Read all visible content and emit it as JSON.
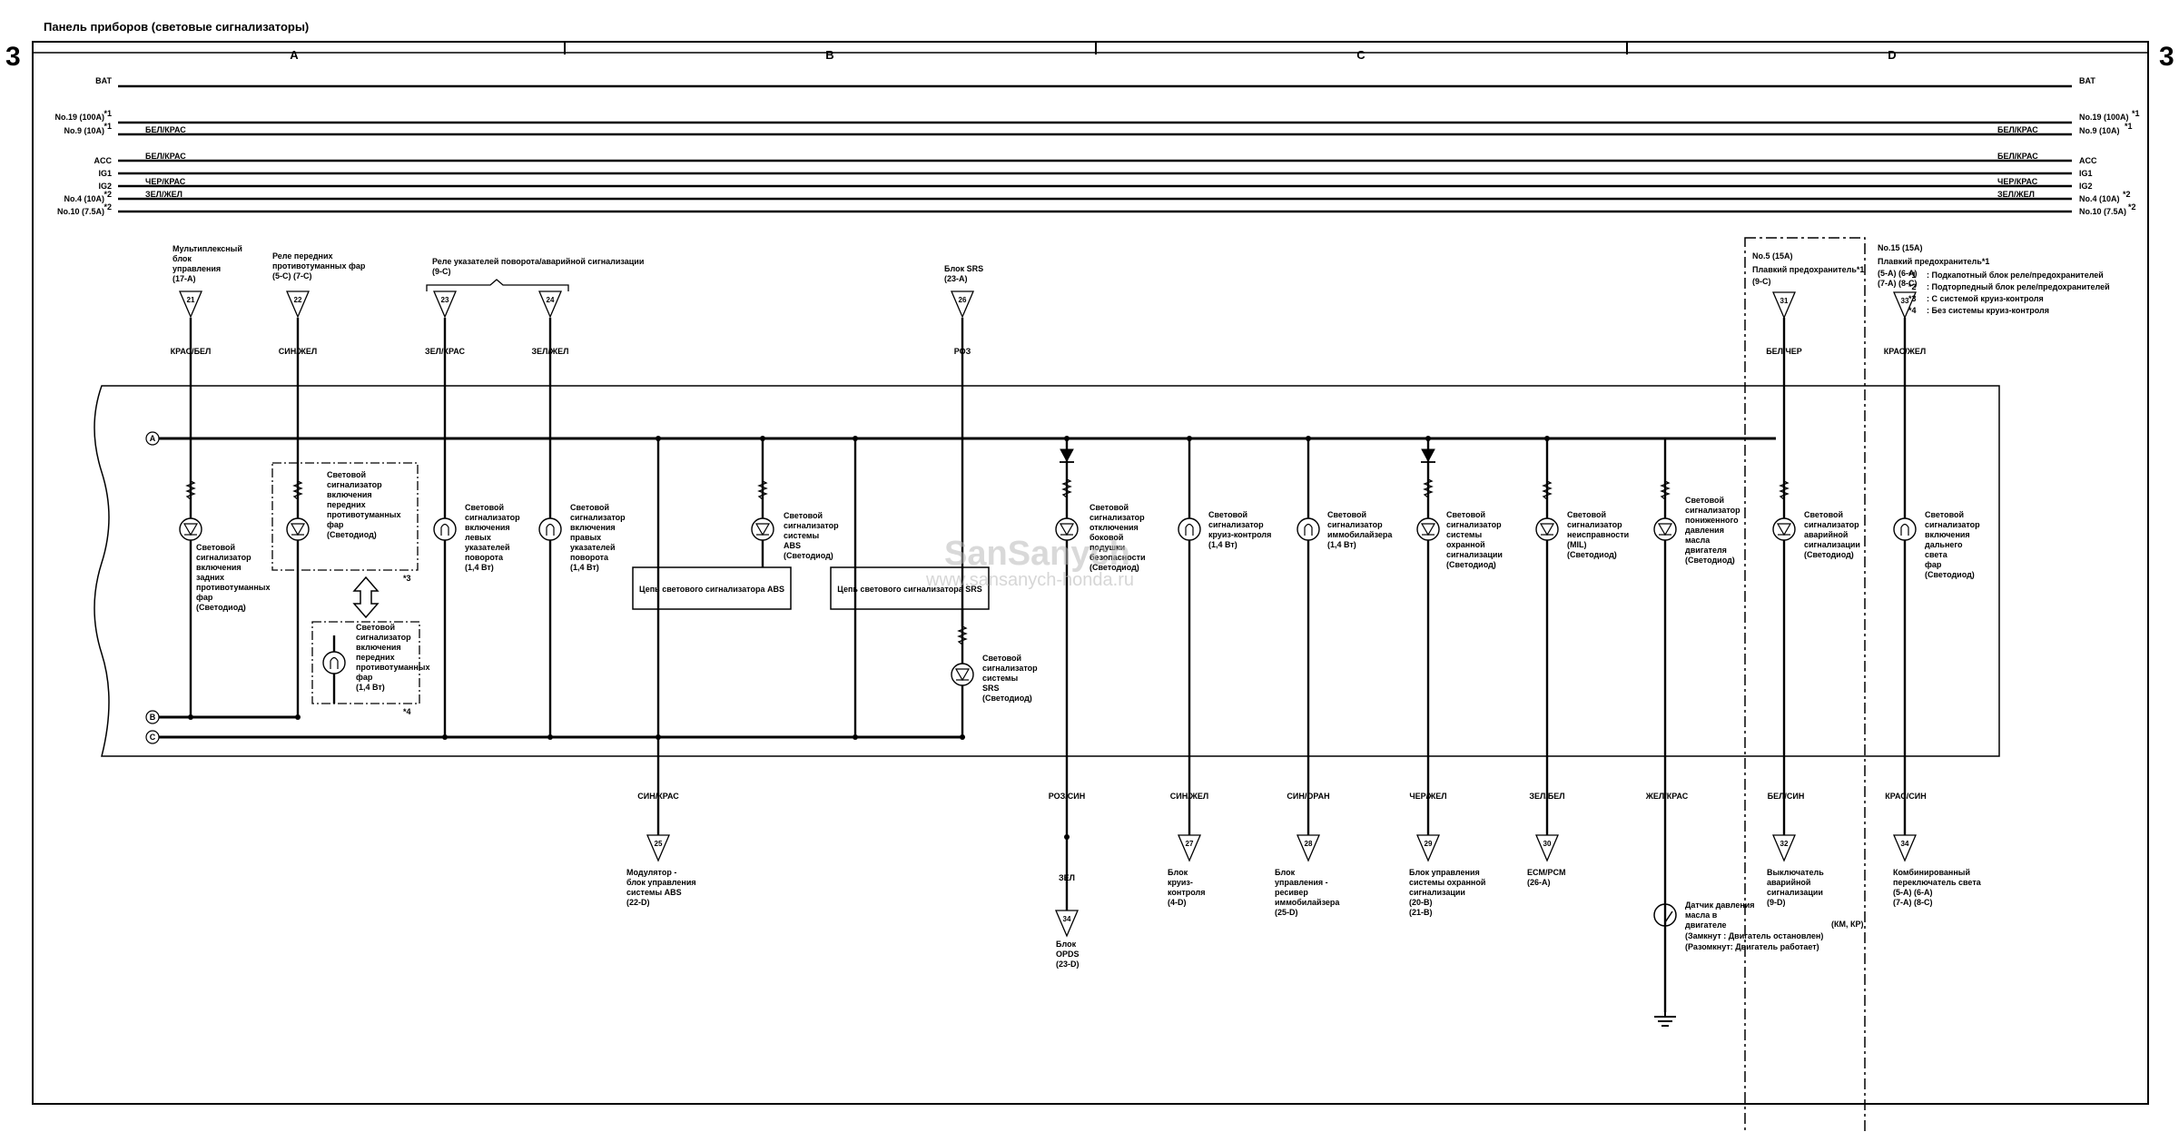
{
  "title": "Панель приборов (световые сигнализаторы)",
  "page_number": "3",
  "zones": [
    "A",
    "B",
    "C",
    "D"
  ],
  "rails": {
    "bat": "BAT",
    "no19": "No.19 (100A)",
    "no9": "No.9 (10A)",
    "acc": "ACC",
    "ig1": "IG1",
    "ig2": "IG2",
    "no4": "No.4 (10A)",
    "no10": "No.10 (7.5A)",
    "star1": "*1",
    "star2": "*2"
  },
  "wires": {
    "bel_kras": "БЕЛ/КРАС",
    "cher_kras": "ЧЕР/КРАС",
    "zel_zhel": "ЗЕЛ/ЖЕЛ",
    "kras_bel": "КРАС/БЕЛ",
    "sin_zhel": "СИН/ЖЕЛ",
    "zel_kras": "ЗЕЛ/КРАС",
    "roz": "РОЗ",
    "bel_cher": "БЕЛ/ЧЕР",
    "kras_zhel": "КРАС/ЖЕЛ",
    "sin_kras": "СИН/КРАС",
    "roz_sin": "РОЗ/СИН",
    "zel": "ЗЕЛ",
    "sin_oran": "СИН/ОРАН",
    "cher_zhel": "ЧЕР/ЖЕЛ",
    "zel_bel": "ЗЕЛ/БЕЛ",
    "zhel_kras": "ЖЕЛ/КРАС",
    "bel_sin": "БЕЛ/СИН",
    "kras_sin": "КРАС/СИН"
  },
  "connectors": [
    "21",
    "22",
    "23",
    "24",
    "26",
    "31",
    "33",
    "25",
    "34",
    "27",
    "28",
    "29",
    "30",
    "32",
    "34"
  ],
  "sources": {
    "mux": [
      "Мультиплексный",
      "блок",
      "управления",
      "(17-A)"
    ],
    "fog_relay": [
      "Реле передних",
      "противотуманных фар",
      "(5-C) (7-C)"
    ],
    "turn_relay": [
      "Реле указателей поворота/аварийной сигнализации",
      "(9-C)"
    ],
    "srs": [
      "Блок SRS",
      "(23-A)"
    ],
    "no5": [
      "No.5 (15A)",
      "Плавкий предохранитель*1",
      "(9-C)"
    ],
    "no15": [
      "No.15 (15A)",
      "Плавкий предохранитель*1",
      "(5-A) (6-A)",
      "(7-A) (8-C)"
    ]
  },
  "notes": [
    [
      "*1",
      ": Подкапотный блок реле/предохранителей"
    ],
    [
      "*2",
      ": Подторпедный блок реле/предохранителей"
    ],
    [
      "*3",
      ": С системой круиз-контроля"
    ],
    [
      "*4",
      ": Без системы круиз-контроля"
    ]
  ],
  "indicators": {
    "rear_fog": [
      "Световой",
      "сигнализатор",
      "включения",
      "задних",
      "противотуманных",
      "фар",
      "(Светодиод)"
    ],
    "front_fog_led": [
      "Световой",
      "сигнализатор",
      "включения",
      "передних",
      "противотуманных",
      "фар",
      "(Светодиод)"
    ],
    "front_fog_bulb": [
      "Световой",
      "сигнализатор",
      "включения",
      "передних",
      "противотуманных",
      "фар",
      "(1,4 Вт)"
    ],
    "left_turn": [
      "Световой",
      "сигнализатор",
      "включения",
      "левых",
      "указателей",
      "поворота",
      "(1,4 Вт)"
    ],
    "right_turn": [
      "Световой",
      "сигнализатор",
      "включения",
      "правых",
      "указателей",
      "поворота",
      "(1,4 Вт)"
    ],
    "abs": [
      "Световой",
      "сигнализатор",
      "системы",
      "ABS",
      "(Светодиод)"
    ],
    "srs": [
      "Световой",
      "сигнализатор",
      "системы",
      "SRS",
      "(Светодиод)"
    ],
    "side_airbag": [
      "Световой",
      "сигнализатор",
      "отключения",
      "боковой",
      "подушки",
      "безопасности",
      "(Светодиод)"
    ],
    "cruise": [
      "Световой",
      "сигнализатор",
      "круиз-контроля",
      "(1,4 Вт)"
    ],
    "immo": [
      "Световой",
      "сигнализатор",
      "иммобилайзера",
      "(1,4 Вт)"
    ],
    "security": [
      "Световой",
      "сигнализатор",
      "системы",
      "охранной",
      "сигнализации",
      "(Светодиод)"
    ],
    "mil": [
      "Световой",
      "сигнализатор",
      "неисправности",
      "(MIL)",
      "(Светодиод)"
    ],
    "oil": [
      "Световой",
      "сигнализатор",
      "пониженного",
      "давления",
      "масла",
      "двигателя",
      "(Светодиод)"
    ],
    "hazard": [
      "Световой",
      "сигнализатор",
      "аварийной",
      "сигнализации",
      "(Светодиод)"
    ],
    "high_beam": [
      "Световой",
      "сигнализатор",
      "включения",
      "дальнего",
      "света",
      "фар",
      "(Светодиод)"
    ]
  },
  "circuits": {
    "abs": "Цепь светового сигнализатора ABS",
    "srs": "Цепь светового сигнализатора SRS"
  },
  "bus_letters": [
    "A",
    "B",
    "C"
  ],
  "footnotes": {
    "n3": "*3",
    "n4": "*4"
  },
  "destinations": {
    "abs_mod": [
      "Модулятор -",
      "блок управления",
      "системы ABS",
      "(22-D)"
    ],
    "opds": [
      "Блок",
      "OPDS",
      "(23-D)"
    ],
    "cruise": [
      "Блок",
      "круиз-",
      "контроля",
      "(4-D)"
    ],
    "immo": [
      "Блок",
      "управления -",
      "ресивер",
      "иммобилайзера",
      "(25-D)"
    ],
    "security": [
      "Блок управления",
      "системы охранной",
      "сигнализации",
      "(20-B)",
      "(21-B)"
    ],
    "ecm": [
      "ECM/PCM",
      "(26-A)"
    ],
    "oil_sw": [
      "Датчик давления",
      "масла в",
      "двигателе",
      "(Замкнут : Двигатель остановлен)",
      "(Разомкнут: Двигатель работает)"
    ],
    "hazard_sw": [
      "Выключатель",
      "аварийной",
      "сигнализации",
      "(9-D)"
    ],
    "kmkp": "(КМ, КР)",
    "combo": [
      "Комбинированный",
      "переключатель света",
      "(5-A) (6-A)",
      "(7-A) (8-C)"
    ]
  },
  "watermark": {
    "line1": "SanSanych",
    "line2": "www.sansanych-honda.ru"
  }
}
